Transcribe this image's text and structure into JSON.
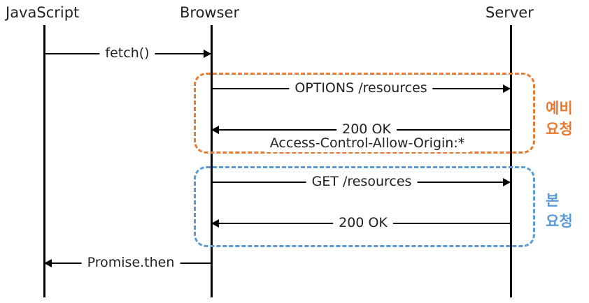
{
  "actors": {
    "javascript": "JavaScript",
    "browser": "Browser",
    "server": "Server"
  },
  "messages": {
    "fetch": "fetch()",
    "options": "OPTIONS /resources",
    "preflight_ok": "200 OK",
    "allow_origin": "Access-Control-Allow-Origin:*",
    "get": "GET /resources",
    "main_ok": "200 OK",
    "promise": "Promise.then"
  },
  "phases": {
    "preflight": {
      "line1": "예비",
      "line2": "요청",
      "color": "#E87B32"
    },
    "main": {
      "line1": "본",
      "line2": "요청",
      "color": "#5B9BD5"
    }
  }
}
